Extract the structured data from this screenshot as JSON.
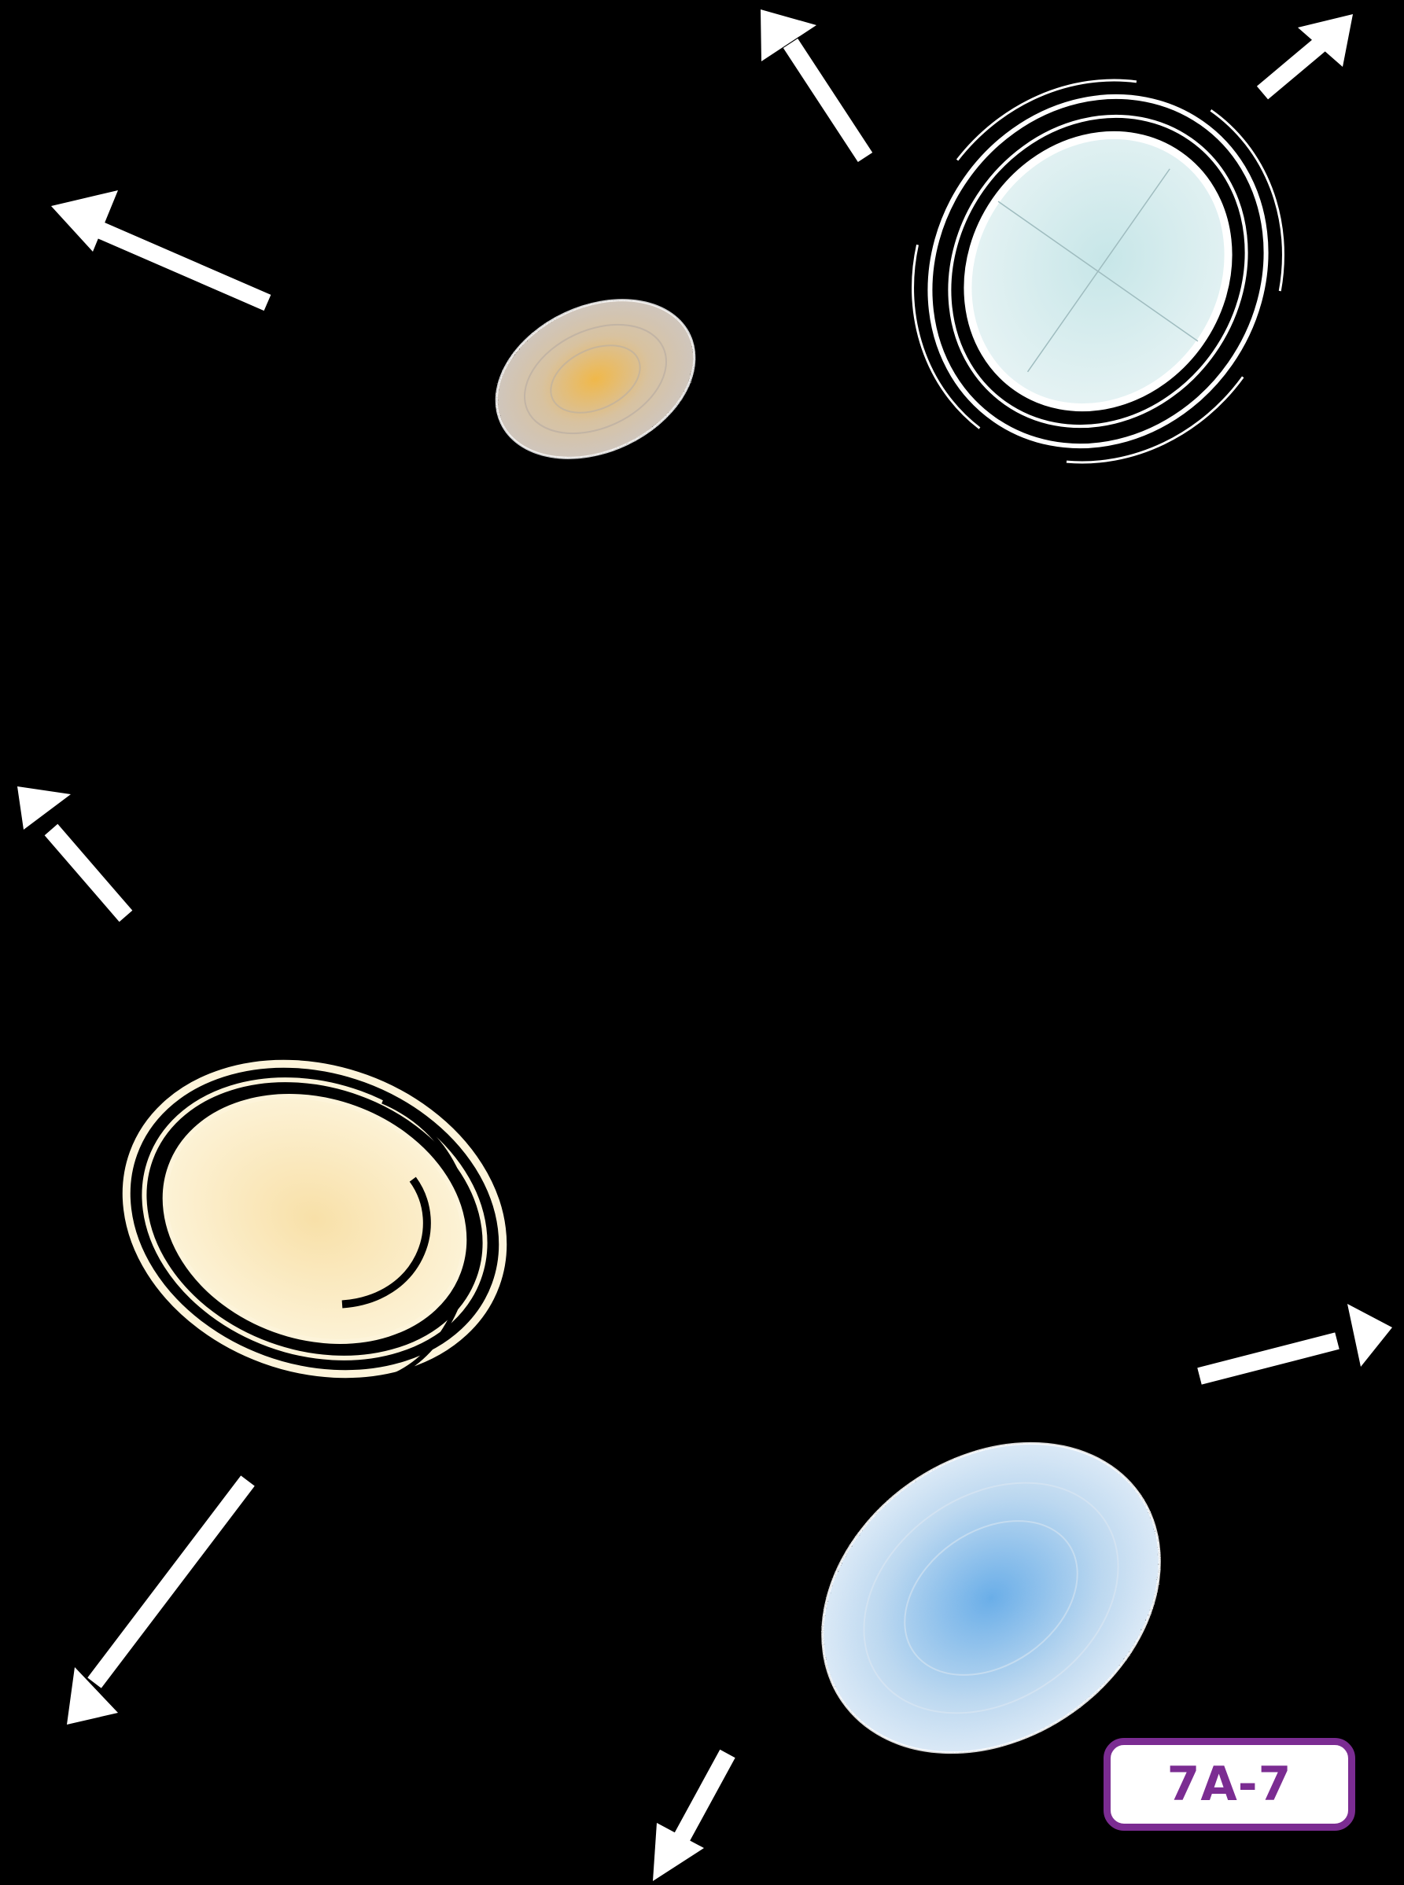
{
  "badge": {
    "label": "7A-7",
    "border_color": "#7b2c92",
    "text_color": "#7b2c92"
  },
  "background_color": "#000000",
  "galaxies": [
    {
      "name": "small-elliptical-galaxy",
      "color": "#f0b84a"
    },
    {
      "name": "ringed-spiral-galaxy-top-right",
      "color": "#d4ecec"
    },
    {
      "name": "ringed-spiral-galaxy-left",
      "color": "#f8e0a8"
    },
    {
      "name": "blue-elliptical-galaxy",
      "color": "#6aaee8"
    }
  ],
  "arrows": {
    "color": "#ffffff",
    "count": 7,
    "meaning": "recession-direction"
  }
}
